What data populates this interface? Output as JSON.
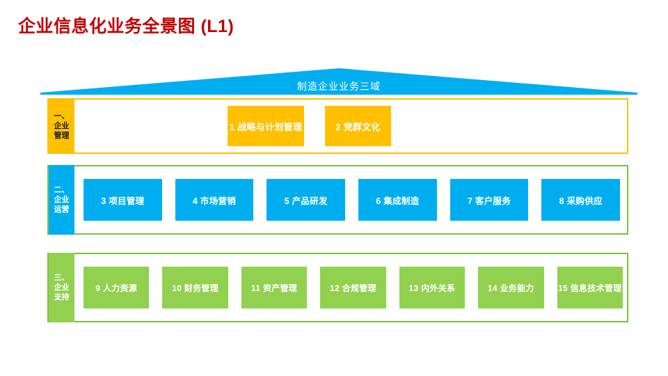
{
  "title": "企业信息化业务全景图 (L1)",
  "colors": {
    "title": "#C00000",
    "amber": "#FFC000",
    "blue": "#00AEEF",
    "green": "#92D050",
    "frame_green": "#7AC143"
  },
  "roof": {
    "label": "制造企业业务三域"
  },
  "bands": [
    {
      "tab_lines": [
        "一、",
        "企业",
        "管理"
      ],
      "tab_color": "#FFC000",
      "frame_color": "#FFC000",
      "items": [
        {
          "label": "1 战略与计划管理"
        },
        {
          "label": "2 党群文化"
        }
      ]
    },
    {
      "tab_lines": [
        "二、",
        "企业",
        "运营"
      ],
      "tab_color": "#00AEEF",
      "frame_color": "#7AC143",
      "items": [
        {
          "label": "3 项目管理"
        },
        {
          "label": "4 市场营销"
        },
        {
          "label": "5 产品研发"
        },
        {
          "label": "6 集成制造"
        },
        {
          "label": "7 客户服务"
        },
        {
          "label": "8 采购供应"
        }
      ]
    },
    {
      "tab_lines": [
        "三、",
        "企业",
        "支持"
      ],
      "tab_color": "#92D050",
      "frame_color": "#7AC143",
      "items": [
        {
          "label": "9 人力资源"
        },
        {
          "label": "10 财务管理"
        },
        {
          "label": "11 资产管理"
        },
        {
          "label": "12 合规管理"
        },
        {
          "label": "13 内外关系"
        },
        {
          "label": "14 业务能力"
        },
        {
          "label": "15 信息技术管理"
        }
      ]
    }
  ]
}
